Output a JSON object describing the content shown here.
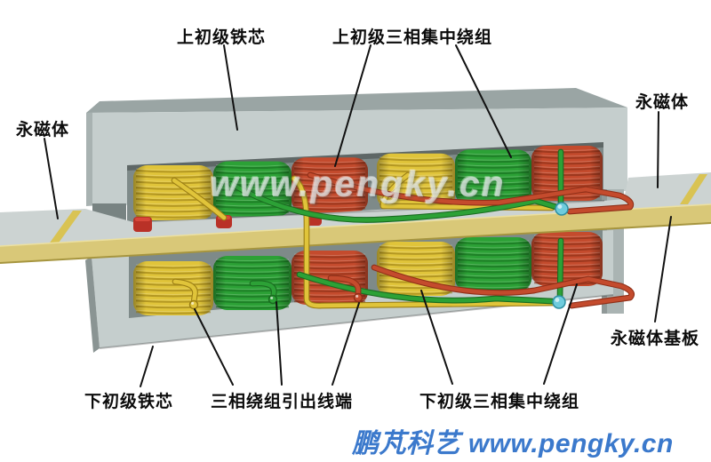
{
  "diagram": {
    "labels": {
      "upper_core": "上初级铁芯",
      "upper_winding": "上初级三相集中绕组",
      "pm_left": "永磁体",
      "pm_right": "永磁体",
      "pm_base": "永磁体基板",
      "lower_core": "下初级铁芯",
      "leads": "三相绕组引出线端",
      "lower_winding": "下初级三相集中绕组"
    },
    "watermark": "www.pengky.cn",
    "branding": "鹏芃科艺 www.pengky.cn",
    "colors": {
      "core_front": "#c5cecd",
      "core_top": "#9aa5a4",
      "core_recess": "#7e8a89",
      "plate_top": "#ccd3d2",
      "plate_yellow": "#d9c878",
      "separator_yellow": "#d9c353",
      "coil_yellow": "#e0c43a",
      "coil_yellow_dark": "#8f7410",
      "coil_green": "#2ca136",
      "coil_green_dark": "#14661c",
      "coil_red": "#c44b2d",
      "coil_red_dark": "#7e2912",
      "terminal_cyan": "#6fccdd",
      "block_red": "#b93127",
      "leader_black": "#111111",
      "brand_blue": "#3b79cc",
      "watermark_grey": "#e4e9e9"
    }
  }
}
